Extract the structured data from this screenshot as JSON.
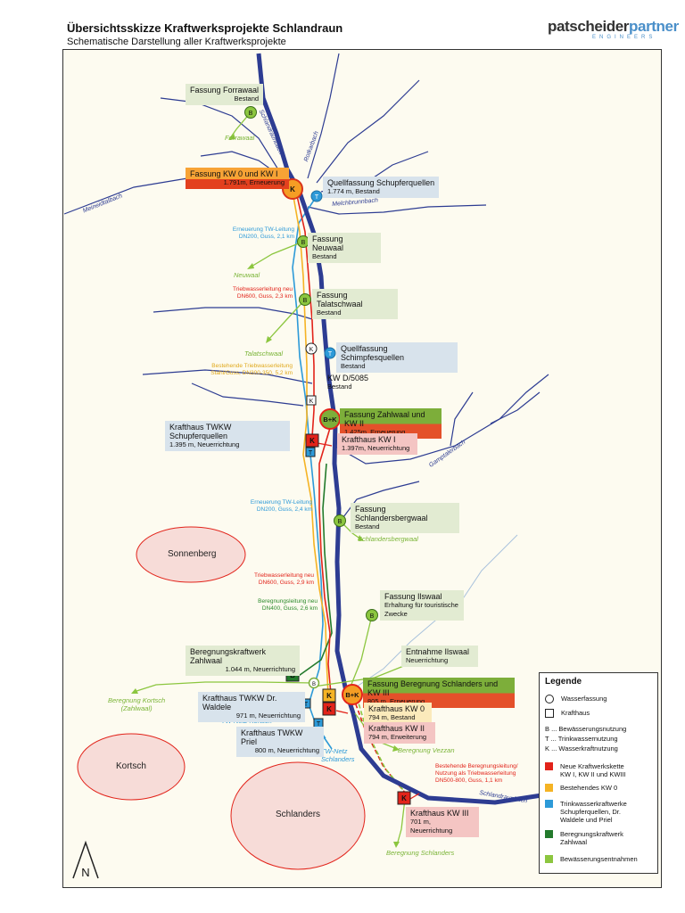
{
  "header": {
    "title": "Übersichtsskizze Kraftwerksprojekte Schlandraun",
    "subtitle": "Schematische Darstellung aller Kraftwerksprojekte",
    "logo_part1": "patscheider",
    "logo_part2": "partner",
    "logo_sub": "ENGINEERS"
  },
  "colors": {
    "river": "#2d3c92",
    "new_power": "#e2231a",
    "existing_kw0": "#f5b324",
    "drinking_water": "#2d9ad8",
    "irrigation_power": "#237a2c",
    "irrigation": "#8cc63f"
  },
  "labels": {
    "forrawaal": {
      "title": "Fassung Forrawaal",
      "sub": "Bestand"
    },
    "kw0_kw1": {
      "title": "Fassung KW 0 und KW I",
      "sub": "1.791m, Erneuerung"
    },
    "schupfer": {
      "title": "Quellfassung Schupferquellen",
      "sub": "1.774 m, Bestand"
    },
    "neuwaal": {
      "title": "Fassung Neuwaal",
      "sub": "Bestand"
    },
    "talatsch": {
      "title": "Fassung Talatschwaal",
      "sub": "Bestand"
    },
    "schimpfes": {
      "title": "Quellfassung Schimpfesquellen",
      "sub": "Bestand"
    },
    "kw5085": {
      "title": "KW D/5085",
      "sub": "Bestand"
    },
    "zahlwaal_kw2": {
      "title": "Fassung Zahlwaal und KW II",
      "sub": "1.425m, Erneuerung"
    },
    "kh_kw1": {
      "title": "Krafthaus KW I",
      "sub": "1.397m, Neuerrichtung"
    },
    "tw_schupfer": {
      "title": "Krafthaus TWKW Schupferquellen",
      "sub": "1.395 m, Neuerrichtung"
    },
    "schlandersberg": {
      "title": "Fassung Schlandersbergwaal",
      "sub": "Bestand"
    },
    "ilswaal": {
      "title": "Fassung Ilswaal",
      "sub": "Erhaltung für touristische Zwecke"
    },
    "entnahme": {
      "title": "Entnahme Ilswaal",
      "sub": "Neuerrichtung"
    },
    "beregnung_kw": {
      "title": "Beregnungskraftwerk Zahlwaal",
      "sub": "1.044 m, Neuerrichtung"
    },
    "beregnung_schl": {
      "title": "Fassung Beregnung Schlanders und KW III",
      "sub": "805 m, Erneuerung"
    },
    "waldele": {
      "title": "Krafthaus TWKW Dr. Waldele",
      "sub": "971 m, Neuerrichtung"
    },
    "kh_kw0": {
      "title": "Krafthaus KW 0",
      "sub": "794 m, Bestand"
    },
    "priel": {
      "title": "Krafthaus TWKW Priel",
      "sub": "800 m, Neuerrichtung"
    },
    "kh_kw2": {
      "title": "Krafthaus KW II",
      "sub": "794 m, Erweiterung"
    },
    "kh_kw3": {
      "title": "Krafthaus KW III",
      "sub": "701 m, Neuerrichtung"
    }
  },
  "annotations": {
    "tw1": "Erneuerung TW-Leitung\nDN200, Guss, 2,1 km",
    "trieb1": "Triebwasserleitung neu\nDN600, Guss, 2,3 km",
    "bestehend": "Bestehende Triebwasserleitung\nStahl/Guss, DN300-350, 5,2 km",
    "tw2": "Erneuerung TW-Leitung\nDN200, Guss, 2,4 km",
    "trieb2": "Triebwasserleitung neu\nDN600, Guss, 2,9 km",
    "bereg": "Beregnungsleitung neu\nDN400, Guss, 2,6 km",
    "bereg_best": "Bestehende Beregnungsleitung/\nNutzung als Triebwasserleitung\nDN500-800, Guss, 1,1 km"
  },
  "rivers": {
    "schlandraunbach_top": "Schlandraunbach",
    "rotkarbach": "Rotkarbach",
    "meineidtalbach": "Meineidtalbach",
    "melchbrunnbach": "Melchbrunnbach",
    "gamptalerbach": "Gamptalerbach",
    "schlandraunbach_bottom": "Schlandraunbach"
  },
  "flows": {
    "forrawaal": "Forrawaal",
    "neuwaal": "Neuwaal",
    "talatschwaal": "Talatschwaal",
    "schlandersbergwaal": "Schlandersbergwaal",
    "beregnung_kortsch": "Beregnung Kortsch\n(Zahlwaal)",
    "tw_kortsch": "TW-Netz Kortsch",
    "tw_schlanders": "TW-Netz\nSchlanders",
    "beregnung_vezzan": "Beregnung Vezzan",
    "beregnung_schlanders": "Beregnung Schlanders"
  },
  "places": {
    "sonnenberg": "Sonnenberg",
    "kortsch": "Kortsch",
    "schlanders": "Schlanders"
  },
  "node_letters": {
    "b": "B",
    "k": "K",
    "t": "T",
    "bk": "B+K"
  },
  "north": "N",
  "legend": {
    "title": "Legende",
    "wasserfassung": "Wasserfassung",
    "krafthaus": "Krafthaus",
    "b": "B  ...  Bewässerungsnutzung",
    "t": "T  ...  Trinkwassernutzung",
    "k": "K  ...  Wasserkraftnutzung",
    "red": "Neue Kraftwerkskette\nKW I, KW II und KWIII",
    "yellow": "Bestehendes KW 0",
    "blue": "Trinkwasserkraftwerke\nSchupferquellen, Dr.\nWaldele und Priel",
    "darkgreen": "Beregnungskraftwerk\nZahlwaal",
    "lightgreen": "Bewässerungsentnahmen"
  }
}
